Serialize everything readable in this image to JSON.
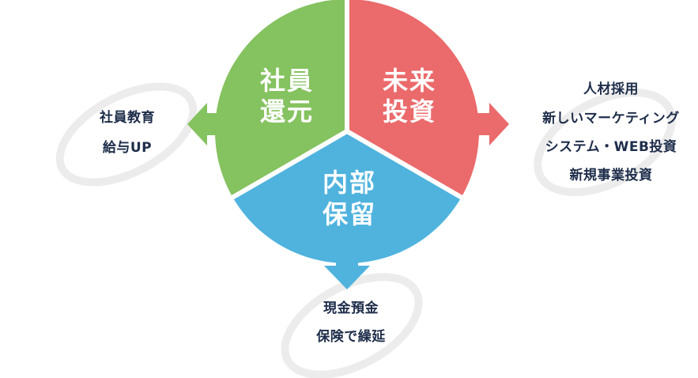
{
  "segments": {
    "employee_return": {
      "line1": "社員",
      "line2": "還元",
      "color": "#85c260"
    },
    "future_investment": {
      "line1": "未来",
      "line2": "投資",
      "color": "#eb6a6b"
    },
    "retained_earnings": {
      "line1": "内部",
      "line2": "保留",
      "color": "#4fb3de"
    }
  },
  "outcomes": {
    "employee_return": [
      "社員教育",
      "給与UP"
    ],
    "future_investment": [
      "人材採用",
      "新しいマーケティング",
      "システム・WEB投資",
      "新規事業投資"
    ],
    "retained_earnings": [
      "現金預金",
      "保険で繰延"
    ]
  },
  "colors": {
    "text": "#1e2d4a",
    "swash": "#ececec"
  }
}
